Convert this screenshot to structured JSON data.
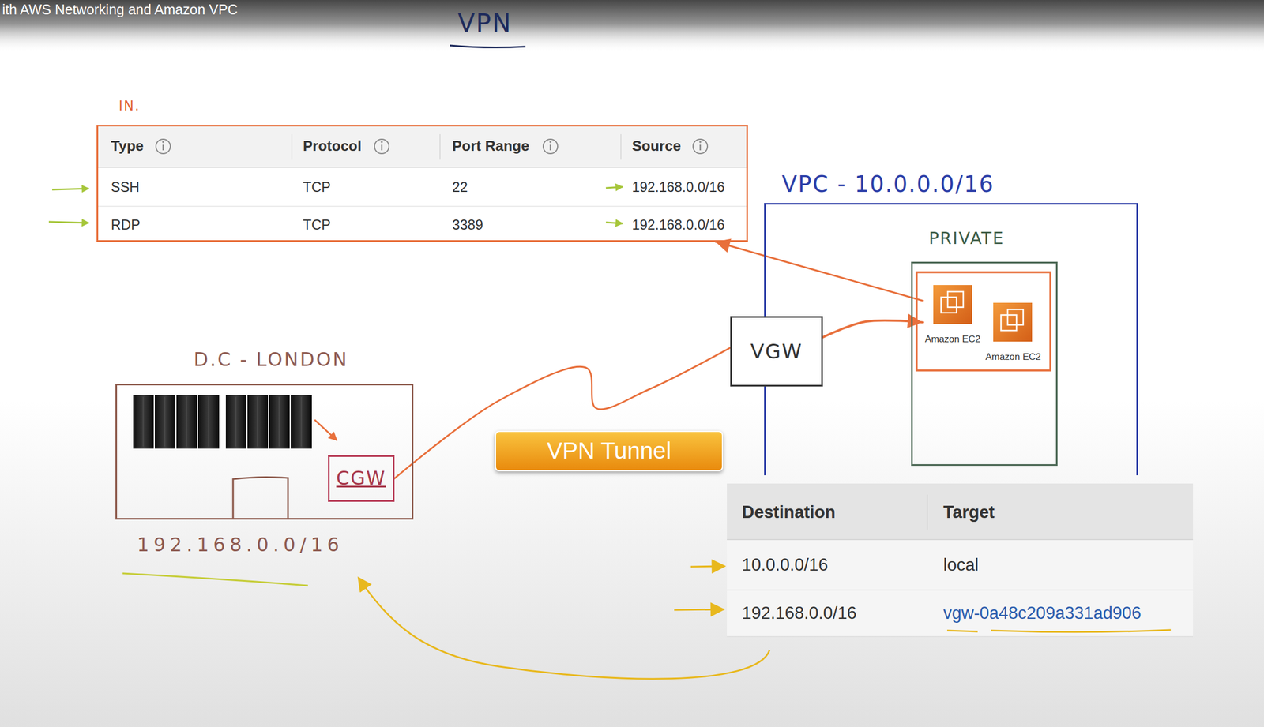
{
  "diagram": {
    "title": "VPN",
    "nodes": [
      {
        "text": [
          "IN."
        ]
      },
      {
        "text": [
          "VPC - 10.0.0.0/16"
        ]
      },
      {
        "text": [
          "PRIVATE"
        ],
        "in": 1
      },
      {
        "text": [
          "Amazon EC2"
        ],
        "in": 2
      },
      {
        "text": [
          "Amazon EC2"
        ],
        "in": 2
      },
      {
        "text": [
          "VGW"
        ]
      },
      {
        "text": [
          "D.C - LONDON"
        ]
      },
      {
        "text": [
          "CGW"
        ],
        "in": 6
      },
      {
        "text": [
          "VPN Tunnel"
        ]
      }
    ],
    "edges": [
      {
        "from": 7,
        "to": 5,
        "arrow": "none"
      },
      {
        "from": 5,
        "to": 3,
        "arrow": "to"
      },
      {
        "from": 3,
        "to": 0,
        "arrow": "to"
      }
    ],
    "labels": [
      "ith AWS Networking and Amazon VPC",
      "Type",
      "Protocol",
      "Port Range",
      "Source",
      "SSH",
      "TCP",
      "22",
      "192.168.0.0/16",
      "RDP",
      "TCP",
      "3389",
      "192.168.0.0/16",
      "192.168.0.0/16",
      "Destination",
      "Target",
      "10.0.0.0/16",
      "local",
      "192.168.0.0/16",
      "vgw-0a48c209a331ad906"
    ]
  }
}
